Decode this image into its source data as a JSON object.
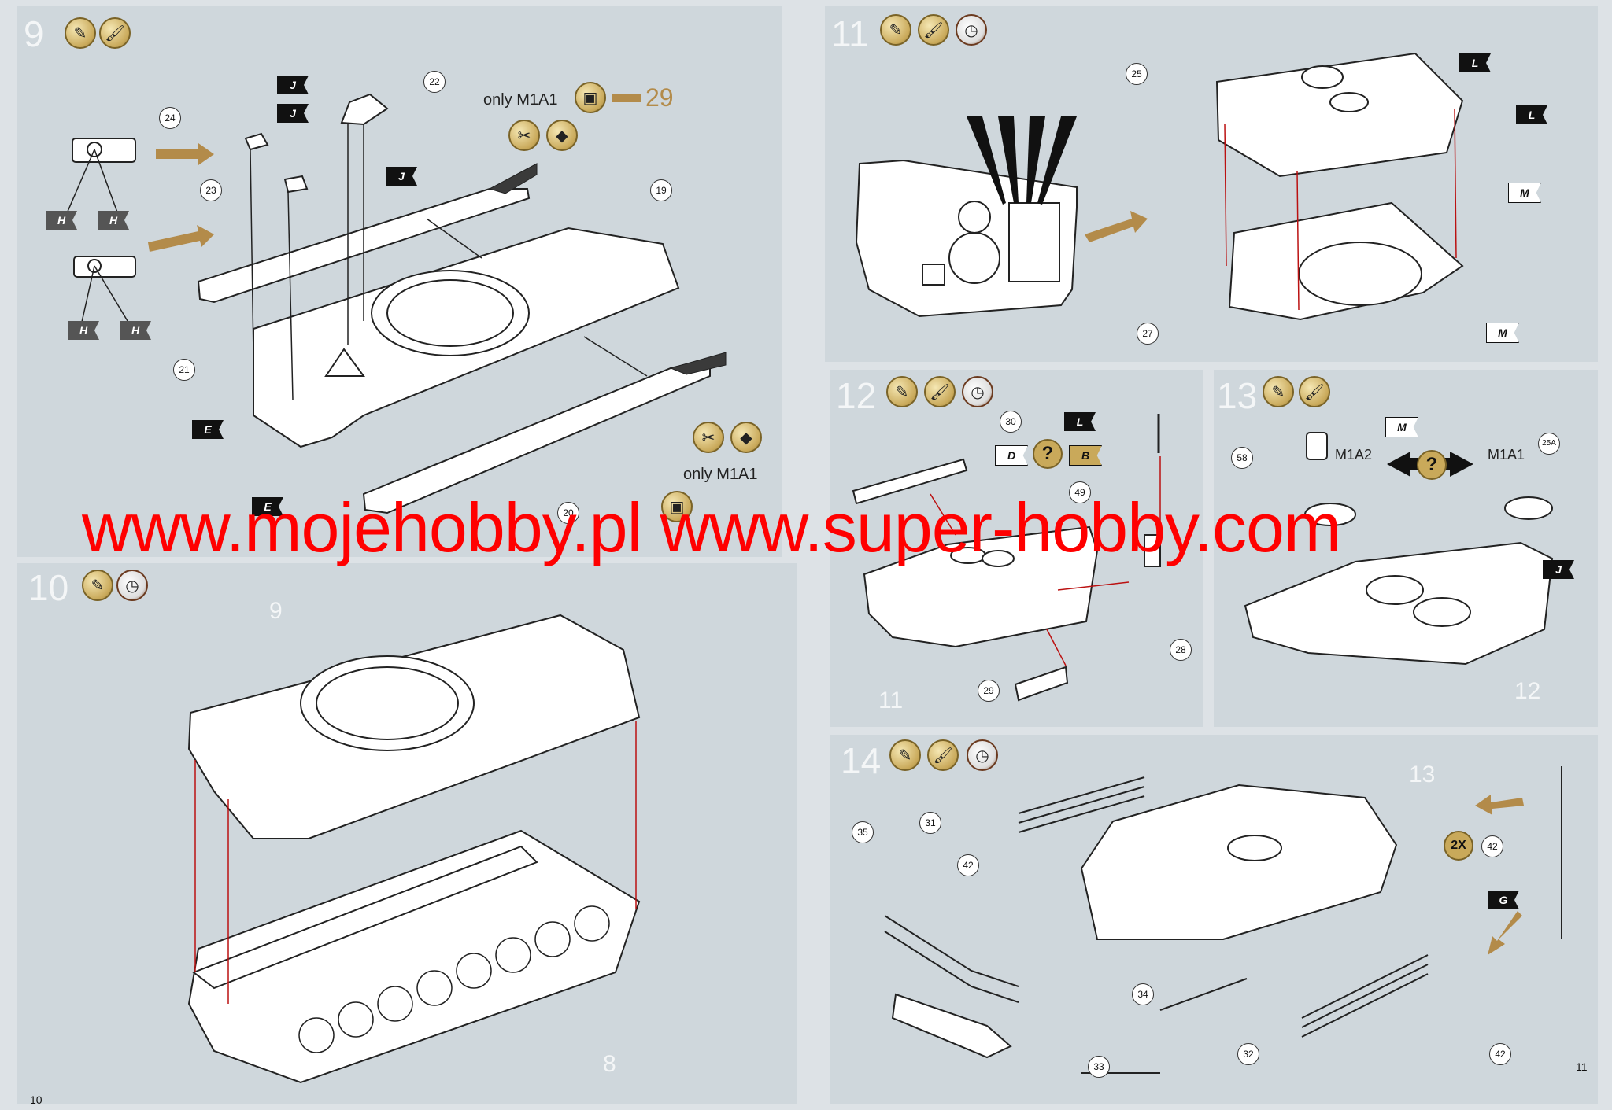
{
  "pages": {
    "left": "10",
    "right": "11"
  },
  "steps": [
    {
      "number": "9"
    },
    {
      "number": "10"
    },
    {
      "number": "11"
    },
    {
      "number": "12"
    },
    {
      "number": "13"
    },
    {
      "number": "14"
    }
  ],
  "step9": {
    "parts": [
      "24",
      "22",
      "23",
      "19",
      "21",
      "20"
    ],
    "flags": {
      "H": "H",
      "J": "J",
      "E": "E"
    },
    "only_label": "only M1A1",
    "ref_step": "29"
  },
  "step10": {
    "labels": [
      "9",
      "8"
    ]
  },
  "step11": {
    "parts": [
      "25",
      "27"
    ],
    "flags": {
      "L": "L",
      "M": "M"
    }
  },
  "step12": {
    "parts": [
      "30",
      "49",
      "28",
      "29"
    ],
    "flags": {
      "L": "L",
      "D": "D",
      "B": "B"
    },
    "labels": [
      "11"
    ]
  },
  "step13": {
    "parts": [
      "58",
      "25A"
    ],
    "flags": {
      "M": "M",
      "J": "J"
    },
    "variants": {
      "left": "M1A2",
      "right": "M1A1"
    },
    "labels": [
      "12"
    ]
  },
  "step14": {
    "parts": [
      "31",
      "35",
      "42",
      "34",
      "33",
      "32",
      "42"
    ],
    "flags": {
      "G": "G"
    },
    "multiplier": "2X",
    "labels": [
      "13"
    ]
  },
  "watermark": "www.mojehobby.pl www.super-hobby.com",
  "colors": {
    "panel": "#cfd7dc",
    "gold": "#b38b4a",
    "watermark": "#ff0000"
  }
}
